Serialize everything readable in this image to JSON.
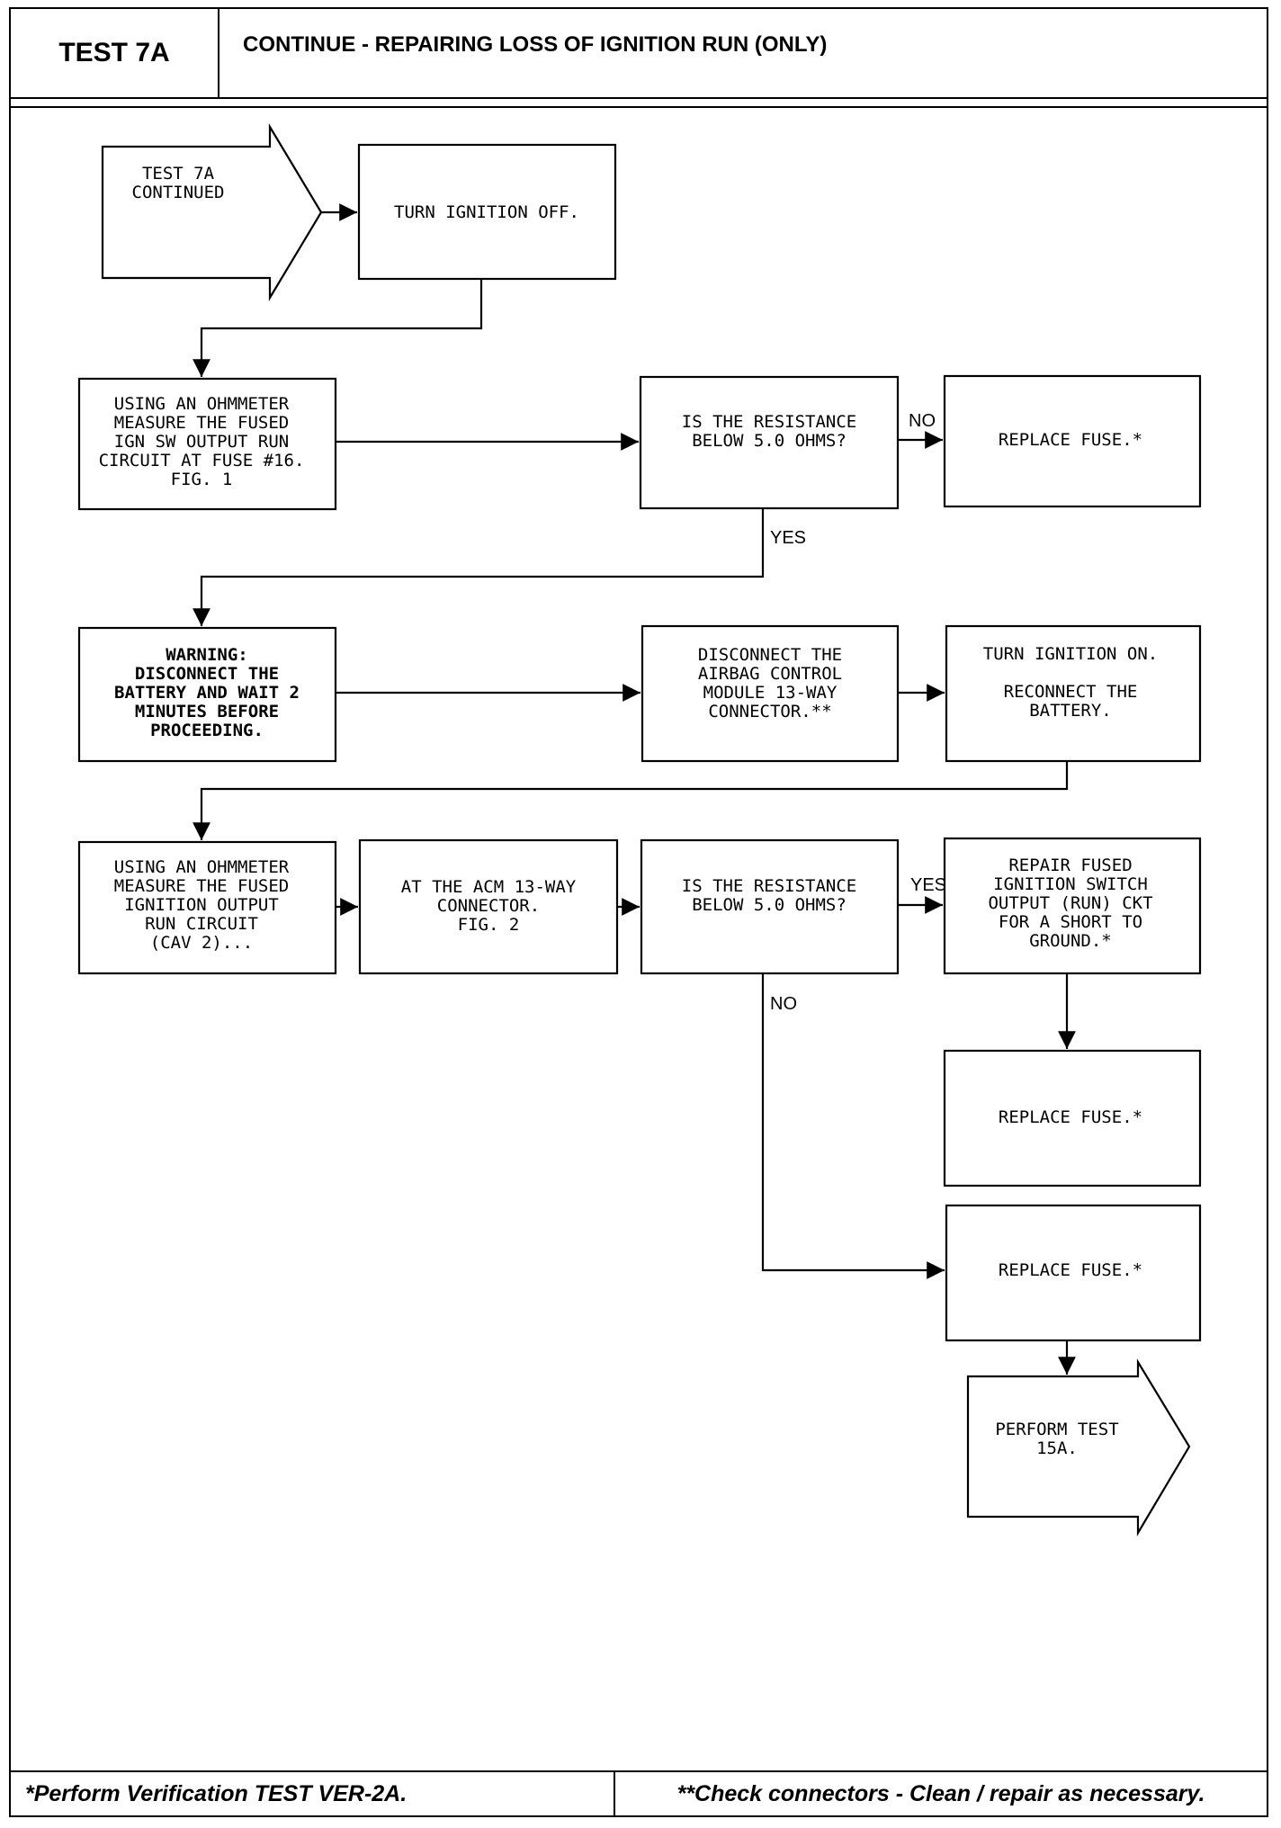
{
  "header": {
    "test_id": "TEST 7A",
    "title": "CONTINUE - REPAIRING LOSS OF IGNITION RUN (ONLY)"
  },
  "footer": {
    "left": "*Perform Verification TEST VER-2A.",
    "right": "**Check connectors - Clean / repair as necessary."
  },
  "nodes": {
    "start": [
      "TEST 7A",
      "CONTINUED"
    ],
    "ign_off": [
      "TURN IGNITION OFF."
    ],
    "measure_fuse16": [
      "USING AN OHMMETER",
      "MEASURE THE FUSED",
      "IGN SW OUTPUT RUN",
      "CIRCUIT AT FUSE #16.",
      "FIG. 1"
    ],
    "q_resistance_1": [
      "IS THE RESISTANCE",
      "BELOW 5.0 OHMS?"
    ],
    "replace_fuse_1": [
      "REPLACE FUSE.*"
    ],
    "warning": [
      "WARNING:",
      "DISCONNECT THE",
      "BATTERY AND WAIT 2",
      "MINUTES BEFORE",
      "PROCEEDING."
    ],
    "disconnect_acm": [
      "DISCONNECT THE",
      "AIRBAG CONTROL",
      "MODULE 13-WAY",
      "CONNECTOR.**"
    ],
    "ign_on": [
      "TURN IGNITION ON.",
      "",
      "RECONNECT THE",
      "BATTERY."
    ],
    "measure_cav2": [
      "USING AN OHMMETER",
      "MEASURE THE FUSED",
      "IGNITION OUTPUT",
      "RUN CIRCUIT",
      "(CAV 2)..."
    ],
    "at_acm": [
      "AT THE ACM 13-WAY",
      "CONNECTOR.",
      "FIG. 2"
    ],
    "q_resistance_2": [
      "IS THE RESISTANCE",
      "BELOW 5.0 OHMS?"
    ],
    "repair_short": [
      "REPAIR FUSED",
      "IGNITION SWITCH",
      "OUTPUT (RUN) CKT",
      "FOR A SHORT TO",
      "GROUND.*"
    ],
    "replace_fuse_2": [
      "REPLACE FUSE.*"
    ],
    "replace_fuse_3": [
      "REPLACE FUSE.*"
    ],
    "perform_15a": [
      "PERFORM TEST",
      "15A."
    ]
  },
  "edge_labels": {
    "q1_no": "NO",
    "q1_yes": "YES",
    "q2_yes": "YES",
    "q2_no": "NO"
  }
}
